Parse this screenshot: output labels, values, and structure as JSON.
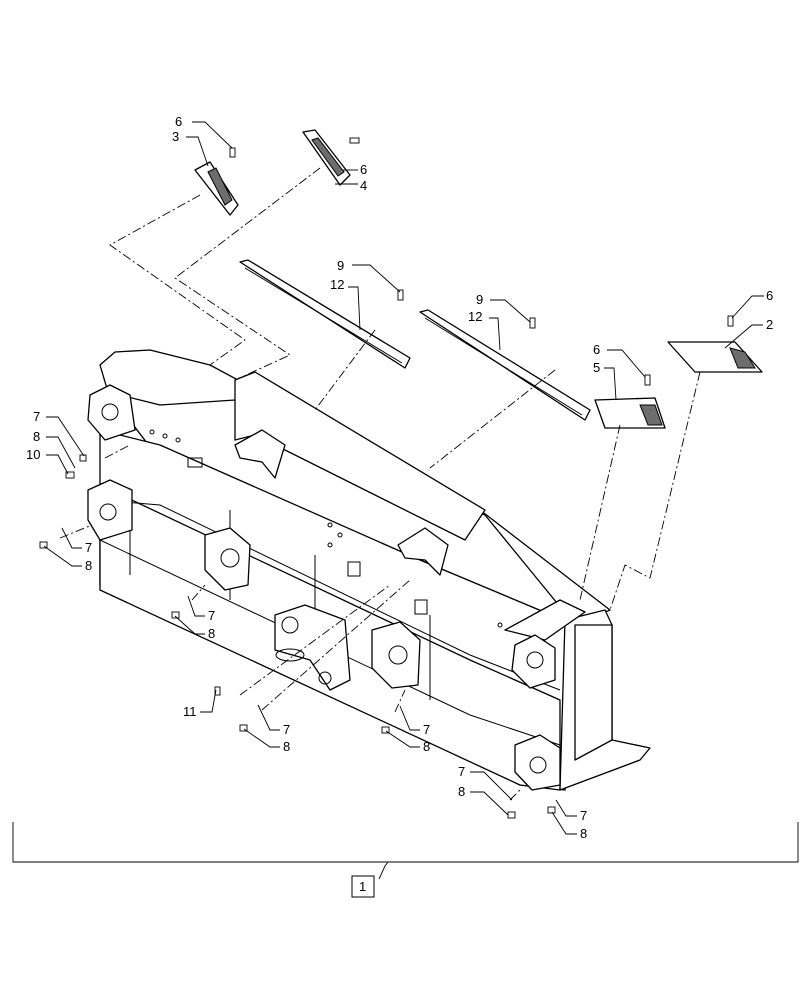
{
  "diagram": {
    "assembly_label": "1",
    "callouts": {
      "c6a": "6",
      "c3": "3",
      "c6b": "6",
      "c4": "4",
      "c9a": "9",
      "c12a": "12",
      "c9b": "9",
      "c12b": "12",
      "c6c": "6",
      "c2": "2",
      "c6d": "6",
      "c5": "5",
      "c7a": "7",
      "c8a": "8",
      "c10": "10",
      "c7b": "7",
      "c8b": "8",
      "c7c": "7",
      "c8c": "8",
      "c11": "11",
      "c7d": "7",
      "c8d": "8",
      "c7e": "7",
      "c8e": "8",
      "c7f": "7",
      "c8f": "8",
      "c7g": "7",
      "c8g": "8"
    }
  }
}
